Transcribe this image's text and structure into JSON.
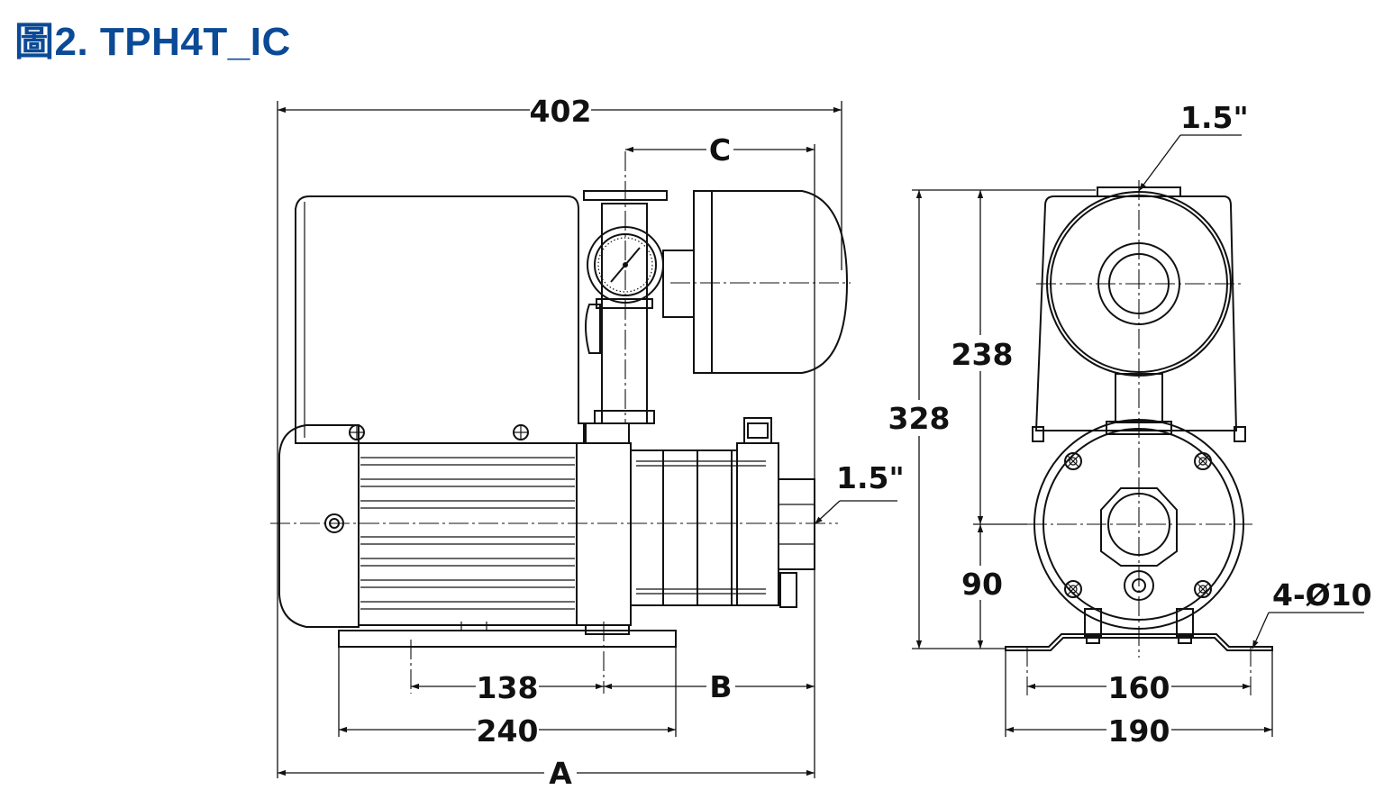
{
  "title": "圖2. TPH4T_IC",
  "side_view": {
    "overall_length": "402",
    "dim_c": "C",
    "outlet": "1.5\"",
    "base_inner": "138",
    "dim_b": "B",
    "base_length": "240",
    "dim_a": "A"
  },
  "front_view": {
    "inlet": "1.5\"",
    "height_upper": "238",
    "height_total": "328",
    "height_shaft": "90",
    "holes": "4-Ø10",
    "hole_spacing": "160",
    "base_width": "190"
  }
}
